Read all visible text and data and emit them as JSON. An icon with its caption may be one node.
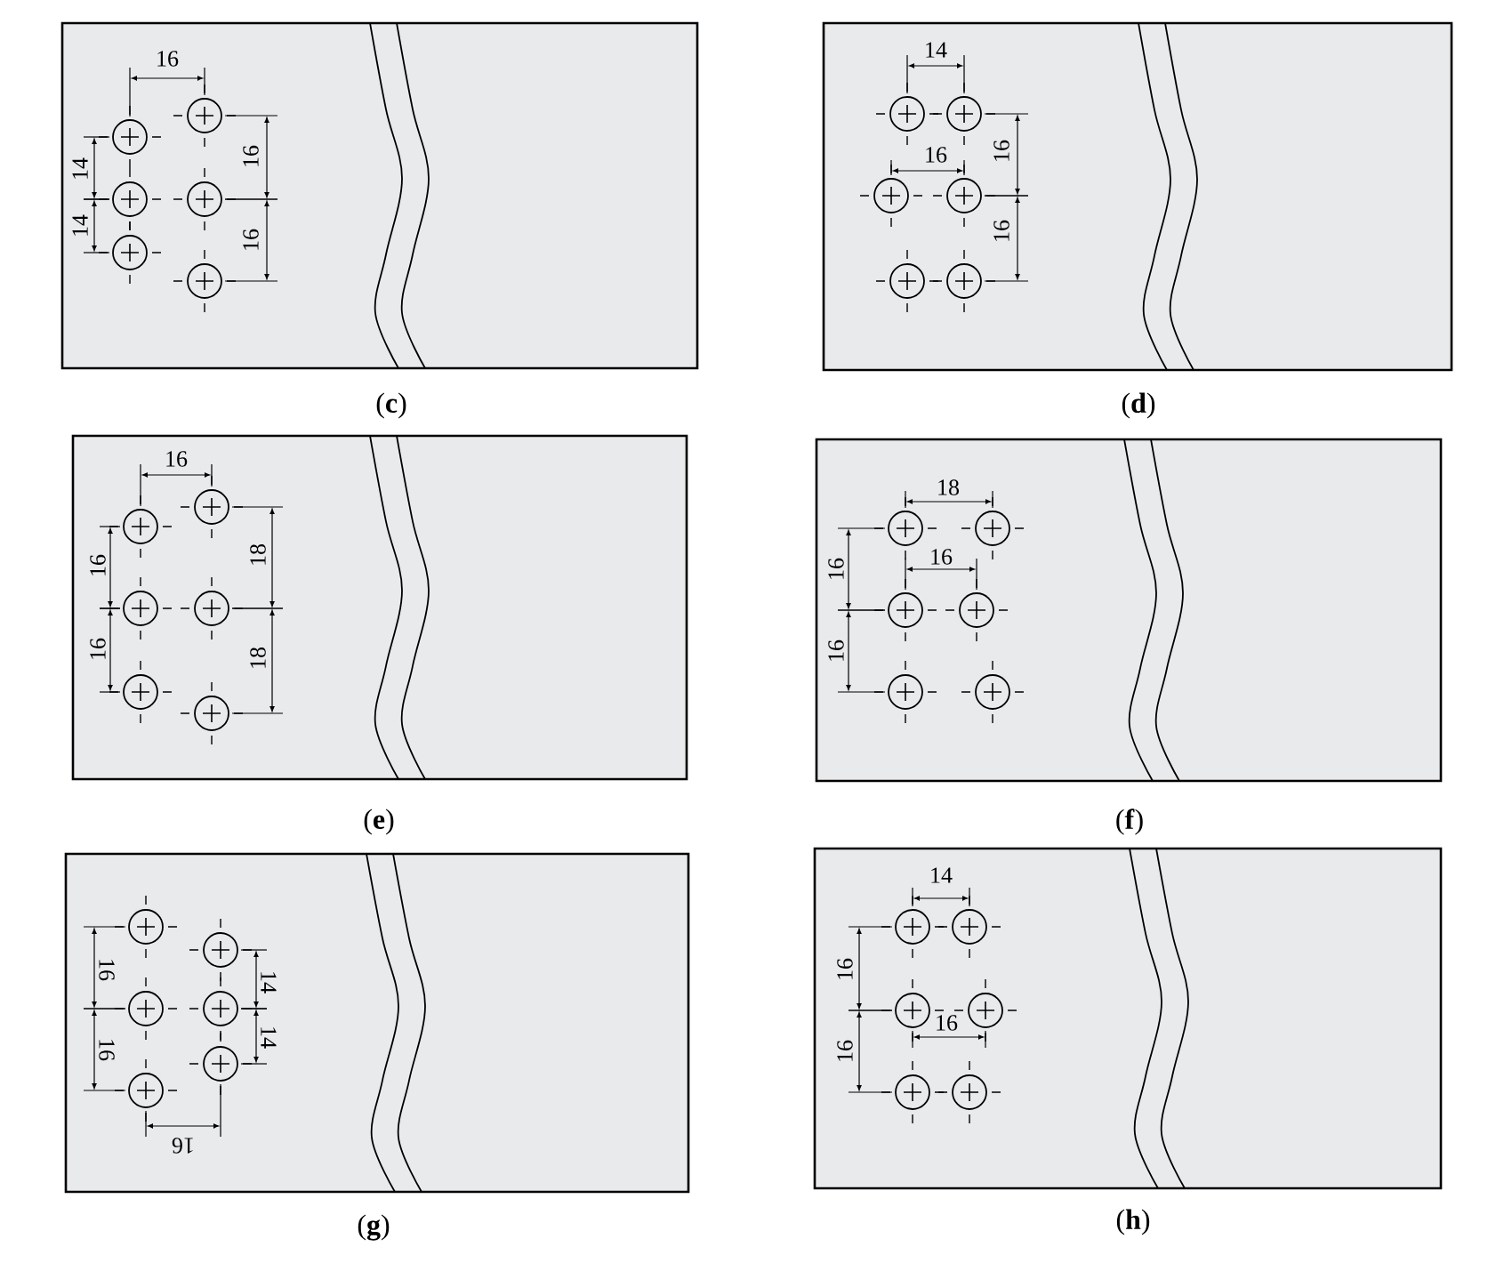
{
  "diagram": {
    "labels": [
      "16",
      "14",
      "14",
      "16",
      "16",
      "(**c**)",
      "14",
      "16",
      "16",
      "16",
      "(**d**)",
      "16",
      "16",
      "16",
      "18",
      "18",
      "(**e**)",
      "18",
      "16",
      "16",
      "16",
      "(**f**)",
      "16",
      "16",
      "14",
      "14",
      "16",
      "(**g**)",
      "14",
      "16",
      "16",
      "16",
      "(**h**)"
    ]
  }
}
